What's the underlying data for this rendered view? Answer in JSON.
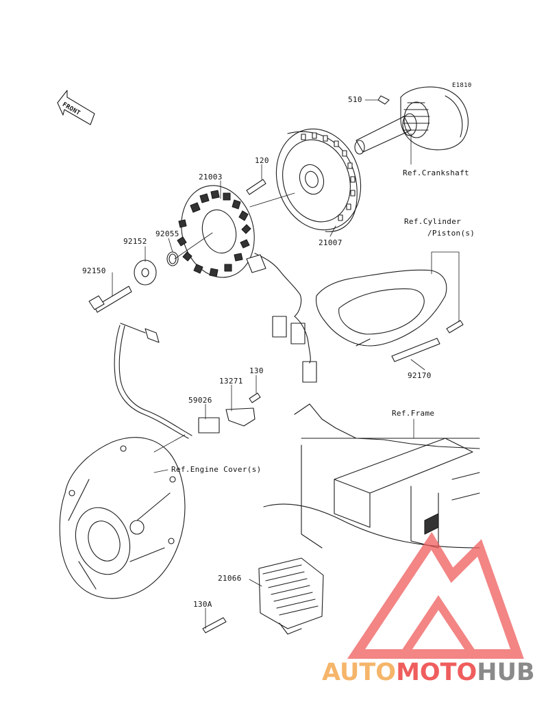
{
  "diagram_code": "E1810",
  "front_label": "FRONT",
  "parts": {
    "p510": "510",
    "p120": "120",
    "p21003": "21003",
    "p21007": "21007",
    "p92152": "92152",
    "p92055": "92055",
    "p92150": "92150",
    "p130": "130",
    "p13271": "13271",
    "p59026": "59026",
    "p92170": "92170",
    "p21066": "21066",
    "p130a": "130A"
  },
  "refs": {
    "crankshaft": "Ref.Crankshaft",
    "cylinder_line1": "Ref.Cylinder",
    "cylinder_line2": "/Piston(s)",
    "frame": "Ref.Frame",
    "engine_cover": "Ref.Engine Cover(s)"
  },
  "watermark": {
    "part1": "AUTO",
    "part2": "MOTO",
    "part3": "HUB",
    "color_orange": "#f5b56a",
    "color_red": "#ef5d5d",
    "color_gray": "#8a8a8a"
  }
}
